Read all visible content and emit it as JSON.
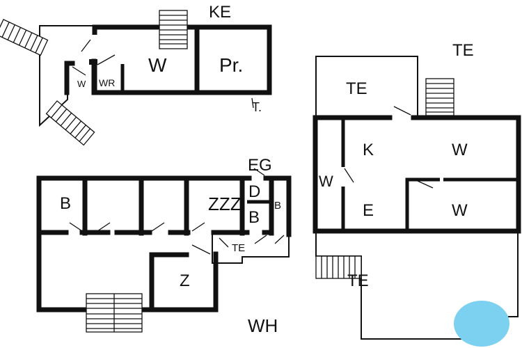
{
  "colors": {
    "walls": "#111111",
    "pool": "#7cd0f0",
    "background": "#ffffff"
  },
  "ke_plan": {
    "floor_label": "KE",
    "rooms": {
      "w_large": "W",
      "pr": "Pr.",
      "w_small": "W",
      "wr": "WR"
    },
    "marker": "T."
  },
  "eg_plan": {
    "floor_label": "EG",
    "area_label": "WH",
    "rooms": {
      "b1": "B",
      "zzz": "ZZZ",
      "d": "D",
      "b2": "B",
      "b3": "B",
      "te": "TE",
      "z": "Z"
    }
  },
  "right_plan": {
    "terrace_top_outer": "TE",
    "terrace_top": "TE",
    "terrace_bottom": "TE",
    "rooms": {
      "k": "K",
      "w1": "W",
      "w_side": "W",
      "e": "E",
      "w2": "W"
    }
  }
}
